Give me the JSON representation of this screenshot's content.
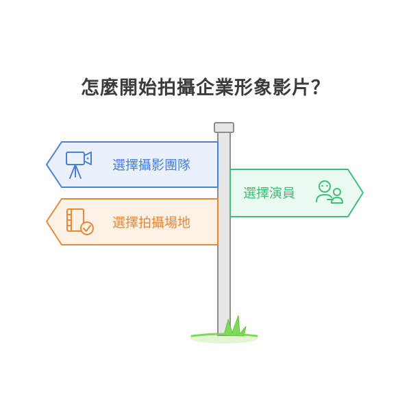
{
  "title": "怎麼開始拍攝企業形象影片？",
  "signs": [
    {
      "label": "選擇攝影團隊",
      "icon": "video-camera-icon",
      "color": "#4a7fd6",
      "fill": "#eaf1fd"
    },
    {
      "label": "選擇演員",
      "icon": "people-icon",
      "color": "#3dbd78",
      "fill": "#eafaf1"
    },
    {
      "label": "選擇拍攝場地",
      "icon": "film-check-icon",
      "color": "#e08a3a",
      "fill": "#fdf0e4"
    }
  ],
  "colors": {
    "pole": "#d9d9d9",
    "pole_outline": "#8c8c8c",
    "grass": "#7ed957",
    "ground": "#e4f5d3"
  }
}
